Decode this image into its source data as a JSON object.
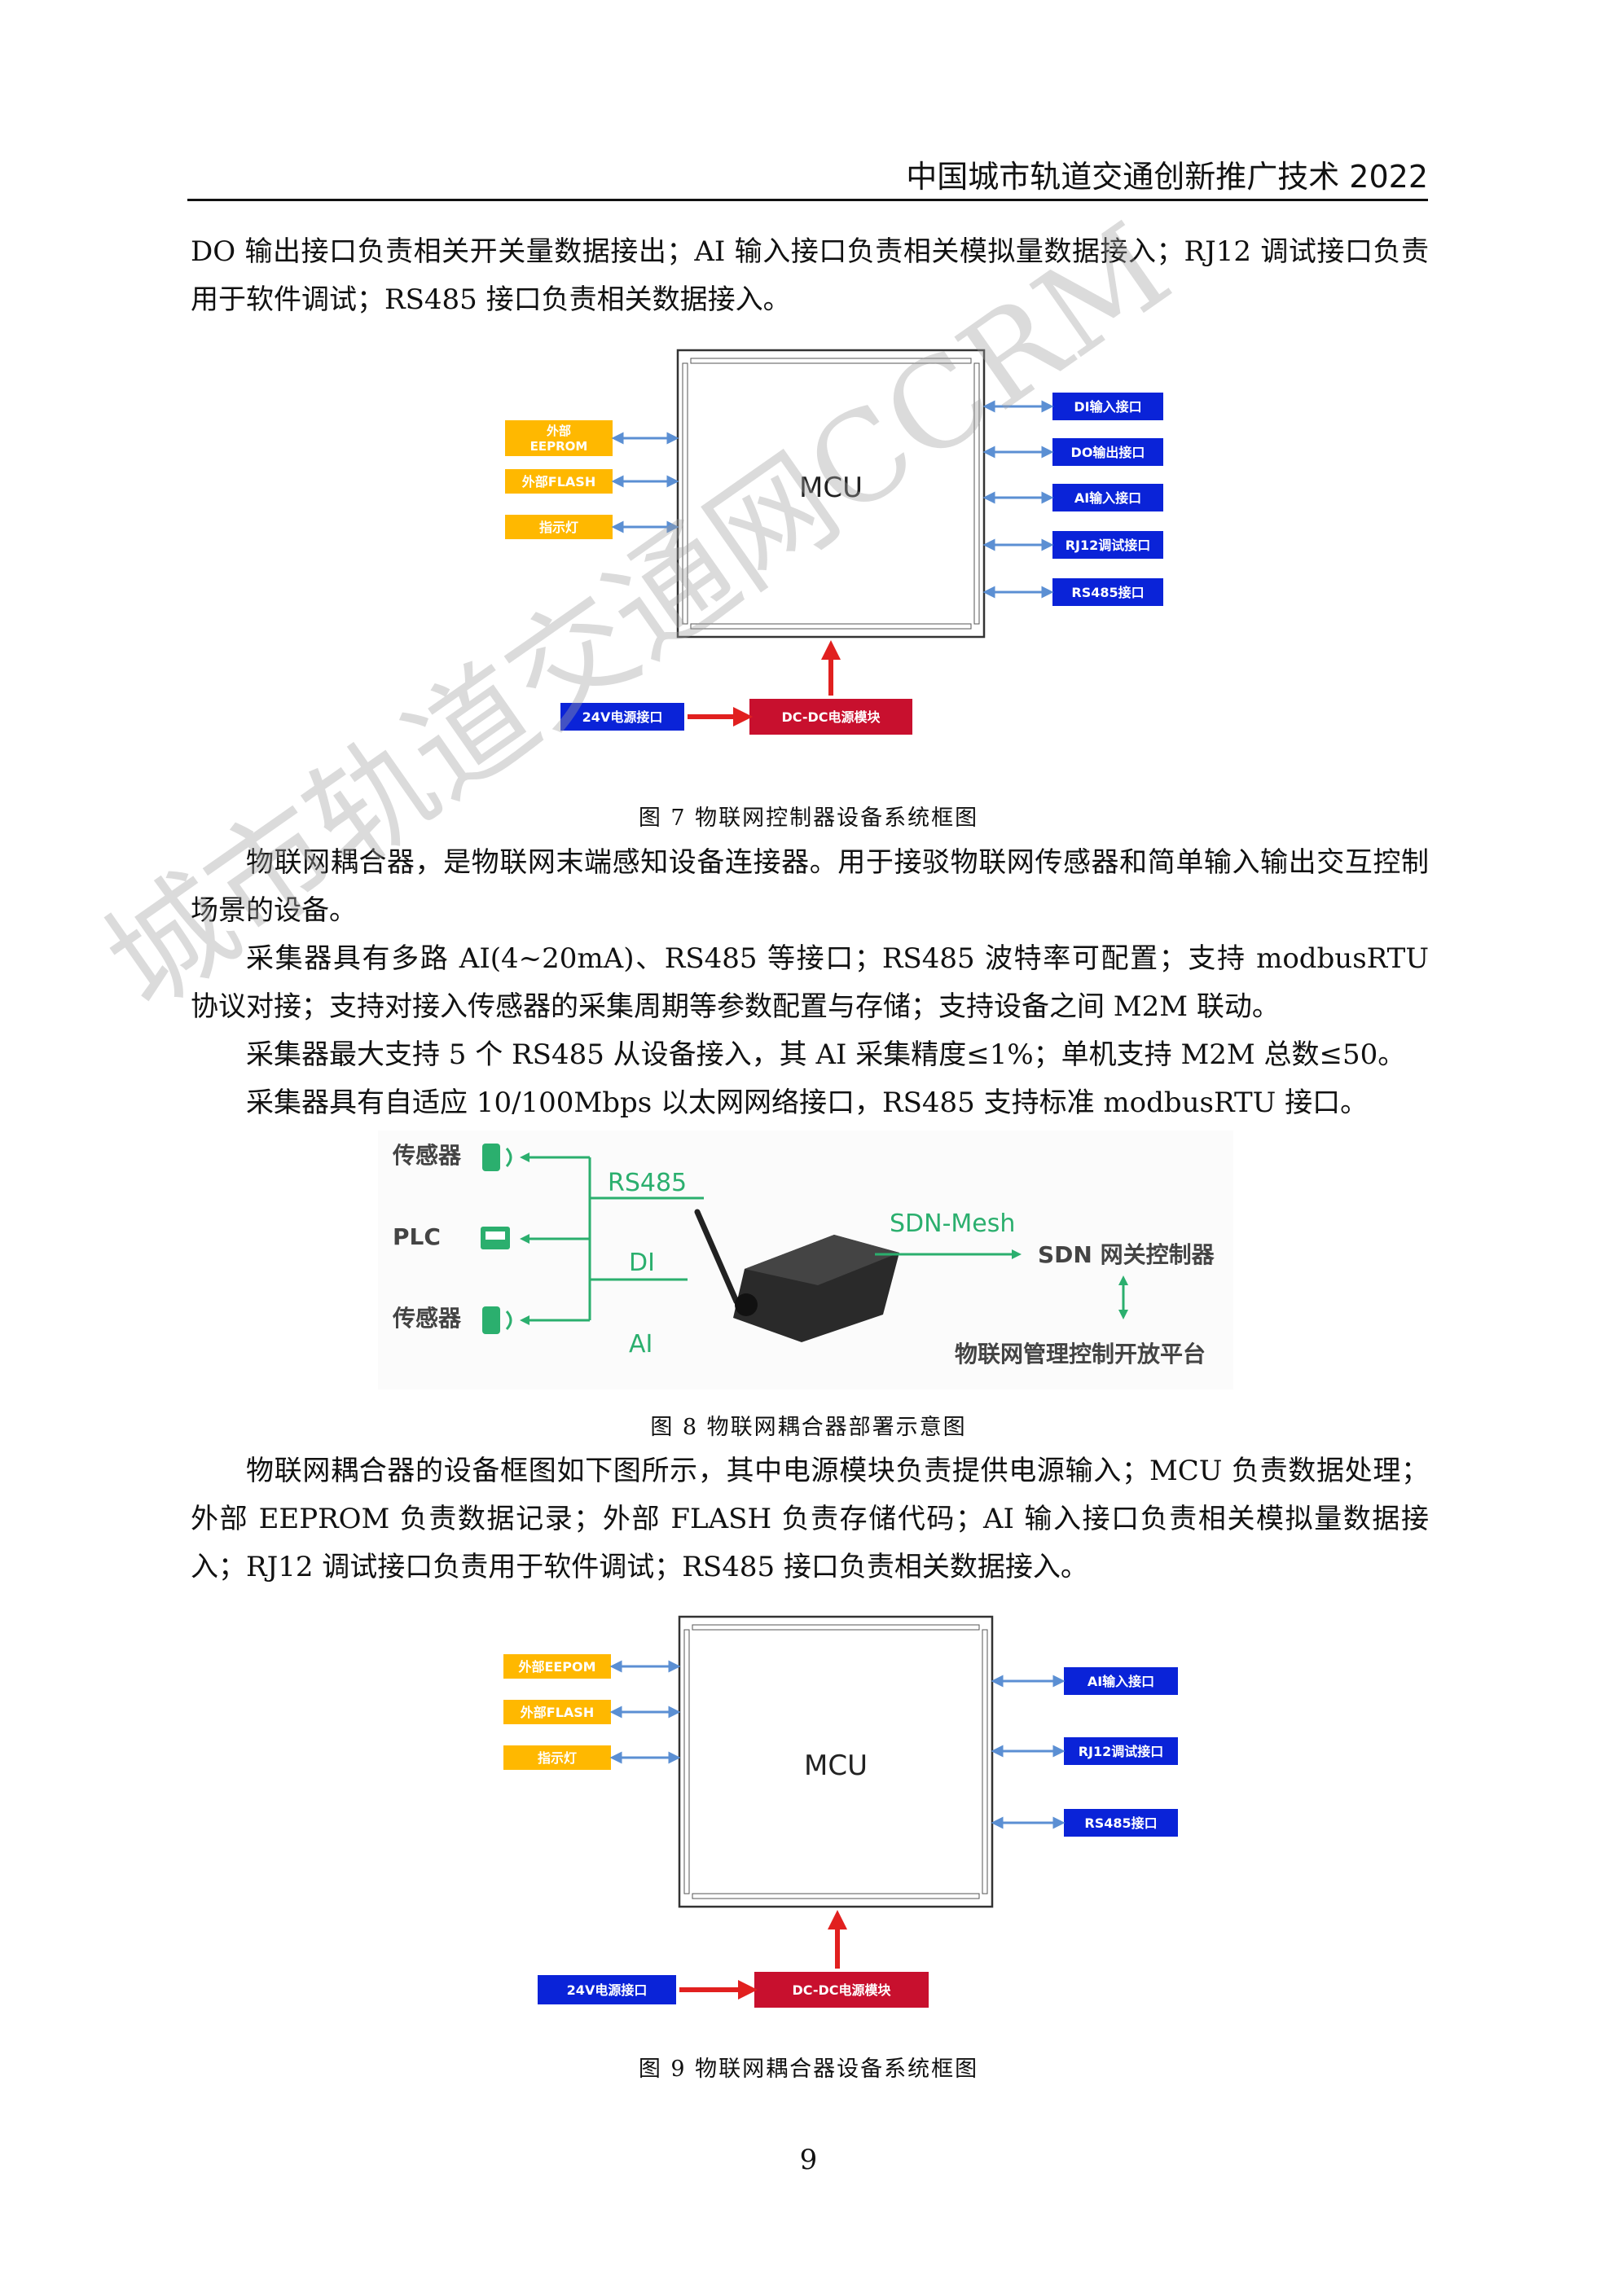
{
  "header": {
    "title": "中国城市轨道交通创新推广技术 2022"
  },
  "paragraphs": {
    "p1": "DO 输出接口负责相关开关量数据接出；AI 输入接口负责相关模拟量数据接入；RJ12 调试接口负责用于软件调试；RS485 接口负责相关数据接入。",
    "p2": "物联网耦合器，是物联网末端感知设备连接器。用于接驳物联网传感器和简单输入输出交互控制场景的设备。",
    "p3": "采集器具有多路 AI(4~20mA)、RS485 等接口；RS485 波特率可配置；支持 modbusRTU 协议对接；支持对接入传感器的采集周期等参数配置与存储；支持设备之间 M2M 联动。",
    "p4": "采集器最大支持 5 个 RS485 从设备接入，其 AI 采集精度≤1%；单机支持 M2M 总数≤50。",
    "p5": "采集器具有自适应 10/100Mbps 以太网网络接口，RS485 支持标准 modbusRTU 接口。",
    "p6": "物联网耦合器的设备框图如下图所示，其中电源模块负责提供电源输入；MCU 负责数据处理；外部 EEPROM 负责数据记录；外部 FLASH 负责存储代码；AI 输入接口负责相关模拟量数据接入；RJ12 调试接口负责用于软件调试；RS485 接口负责相关数据接入。"
  },
  "fig7": {
    "caption": "图 7  物联网控制器设备系统框图",
    "mcu_label": "MCU",
    "left_boxes": [
      "外部\nEEPROM",
      "外部FLASH",
      "指示灯"
    ],
    "right_boxes": [
      "DI输入接口",
      "DO输出接口",
      "AI输入接口",
      "RJ12调试接口",
      "RS485接口"
    ],
    "power_box": "24V电源接口",
    "dcdc_box": "DC-DC电源模块"
  },
  "fig8": {
    "caption": "图 8  物联网耦合器部署示意图",
    "sensor1": "传感器",
    "plc": "PLC",
    "sensor2": "传感器",
    "rs485": "RS485",
    "di": "DI",
    "ai": "AI",
    "sdn_mesh": "SDN-Mesh",
    "sdn_ctrl": "SDN 网关控制器",
    "platform": "物联网管理控制开放平台"
  },
  "fig9": {
    "caption": "图 9  物联网耦合器设备系统框图",
    "mcu_label": "MCU",
    "left_boxes": [
      "外部EEPOM",
      "外部FLASH",
      "指示灯"
    ],
    "right_boxes": [
      "AI输入接口",
      "RJ12调试接口",
      "RS485接口"
    ],
    "power_box": "24V电源接口",
    "dcdc_box": "DC-DC电源模块"
  },
  "watermark": {
    "text": "城市轨道交通网CCRM"
  },
  "page_number": "9",
  "colors": {
    "orange_box": "#FFB800",
    "blue_box": "#0A23D8",
    "red_box": "#C8102E",
    "arrow_blue": "#5B8FD3",
    "arrow_red": "#E1201F",
    "accent_green": "#2BAF6E"
  }
}
